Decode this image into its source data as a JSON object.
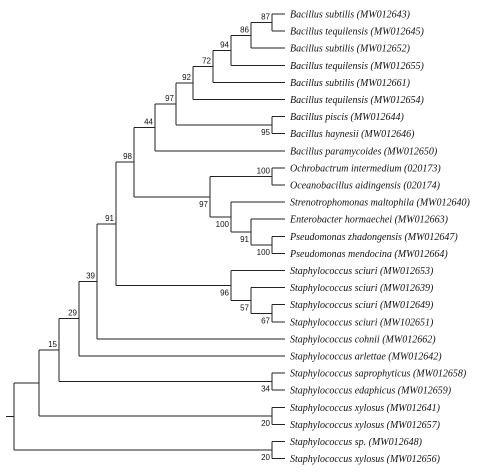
{
  "tree": {
    "taxa": [
      {
        "label": "Bacillus subtilis (MW012643)"
      },
      {
        "label": "Bacillus tequilensis (MW012645)"
      },
      {
        "label": "Bacillus subtilis (MW012652)"
      },
      {
        "label": "Bacillus tequilensis (MW012655)"
      },
      {
        "label": "Bacillus subtilis (MW012661)"
      },
      {
        "label": "Bacillus tequilensis (MW012654)"
      },
      {
        "label": "Bacillus piscis (MW012644)"
      },
      {
        "label": "Bacillus haynesii (MW012646)"
      },
      {
        "label": "Bacillus paramycoides (MW012650)"
      },
      {
        "label": "Ochrobactrum intermedium (020173)"
      },
      {
        "label": "Oceanobacillus aidingensis (020174)"
      },
      {
        "label": "Strenotrophomonas maltophila (MW012640)"
      },
      {
        "label": "Enterobacter hormaechei (MW012663)"
      },
      {
        "label": "Pseudomonas zhadongensis (MW012647)"
      },
      {
        "label": "Pseudomonas mendocina (MW012664)"
      },
      {
        "label": "Staphylococcus sciuri (MW012653)"
      },
      {
        "label": "Staphylococcus sciuri (MW012639)"
      },
      {
        "label": "Staphylococcus sciuri (MW012649)"
      },
      {
        "label": "Staphylococcus sciuri (MW102651)"
      },
      {
        "label": "Staphylococcus cohnii (MW012662)"
      },
      {
        "label": "Staphylococcus arlettae (MW012642)"
      },
      {
        "label": "Staphylococcus saprophyticus (MW012658)"
      },
      {
        "label": "Staphylococcus edaphicus (MW012659)"
      },
      {
        "label": "Staphylococcus xylosus (MW012641)"
      },
      {
        "label": "Staphylococcus xylosus (MW012657)"
      },
      {
        "label": "Staphylococcus sp. (MW012648)"
      },
      {
        "label": "Staphylococcus xylosus (MW012656)"
      }
    ],
    "bootstrap": [
      "87",
      "86",
      "94",
      "72",
      "92",
      "97",
      "95",
      "44",
      "98",
      "100",
      "97",
      "100",
      "91",
      "100",
      "96",
      "57",
      "67",
      "91",
      "39",
      "29",
      "34",
      "15",
      "20",
      "20"
    ]
  }
}
